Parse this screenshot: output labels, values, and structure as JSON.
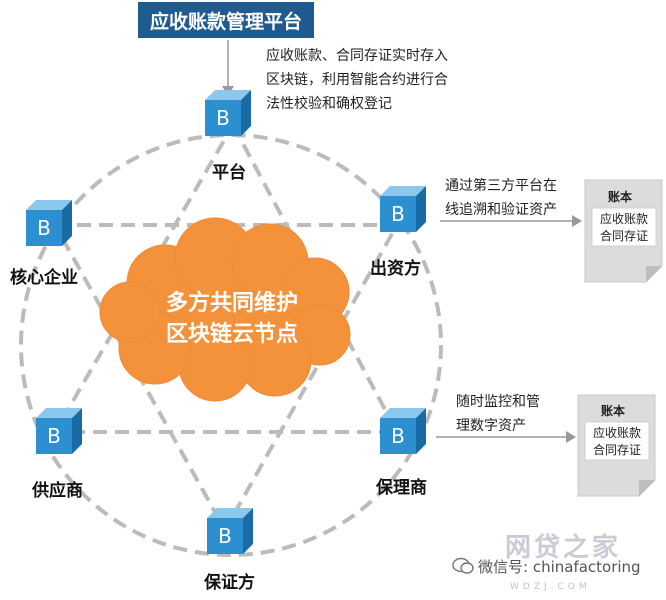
{
  "platform_title": "应收账款管理平台",
  "platform_note": [
    "应收账款、合同存证实时存入",
    "区块链，利用智能合约进行合",
    "法性校验和确权登记"
  ],
  "cloud": [
    "多方共同维护",
    "区块链云节点"
  ],
  "node_letter": "B",
  "nodes": {
    "platform": "平台",
    "investor": "出资方",
    "factor": "保理商",
    "guarantor": "保证方",
    "supplier": "供应商",
    "core": "核心企业"
  },
  "investor_note": [
    "通过第三方平台在",
    "线追溯和验证资产"
  ],
  "factor_note": [
    "随时监控和管",
    "理数字资产"
  ],
  "ledger_top": {
    "title": "账本",
    "lines": [
      "应收账款",
      "合同存证"
    ]
  },
  "ledger_bottom": {
    "title": "账本",
    "lines": [
      "应收账款",
      "合同存证"
    ]
  },
  "watermark": {
    "main": "微信号: chinafactoring",
    "bg": "网贷之家",
    "sub": "WDZJ.COM"
  },
  "colors": {
    "title_bg": "#1f5b8e",
    "cube_front": "#2b8fd0",
    "cube_top": "#8cc8ee",
    "cube_side": "#1a6aa6",
    "cloud": "#f4923c",
    "dash": "#bbbbbb"
  }
}
